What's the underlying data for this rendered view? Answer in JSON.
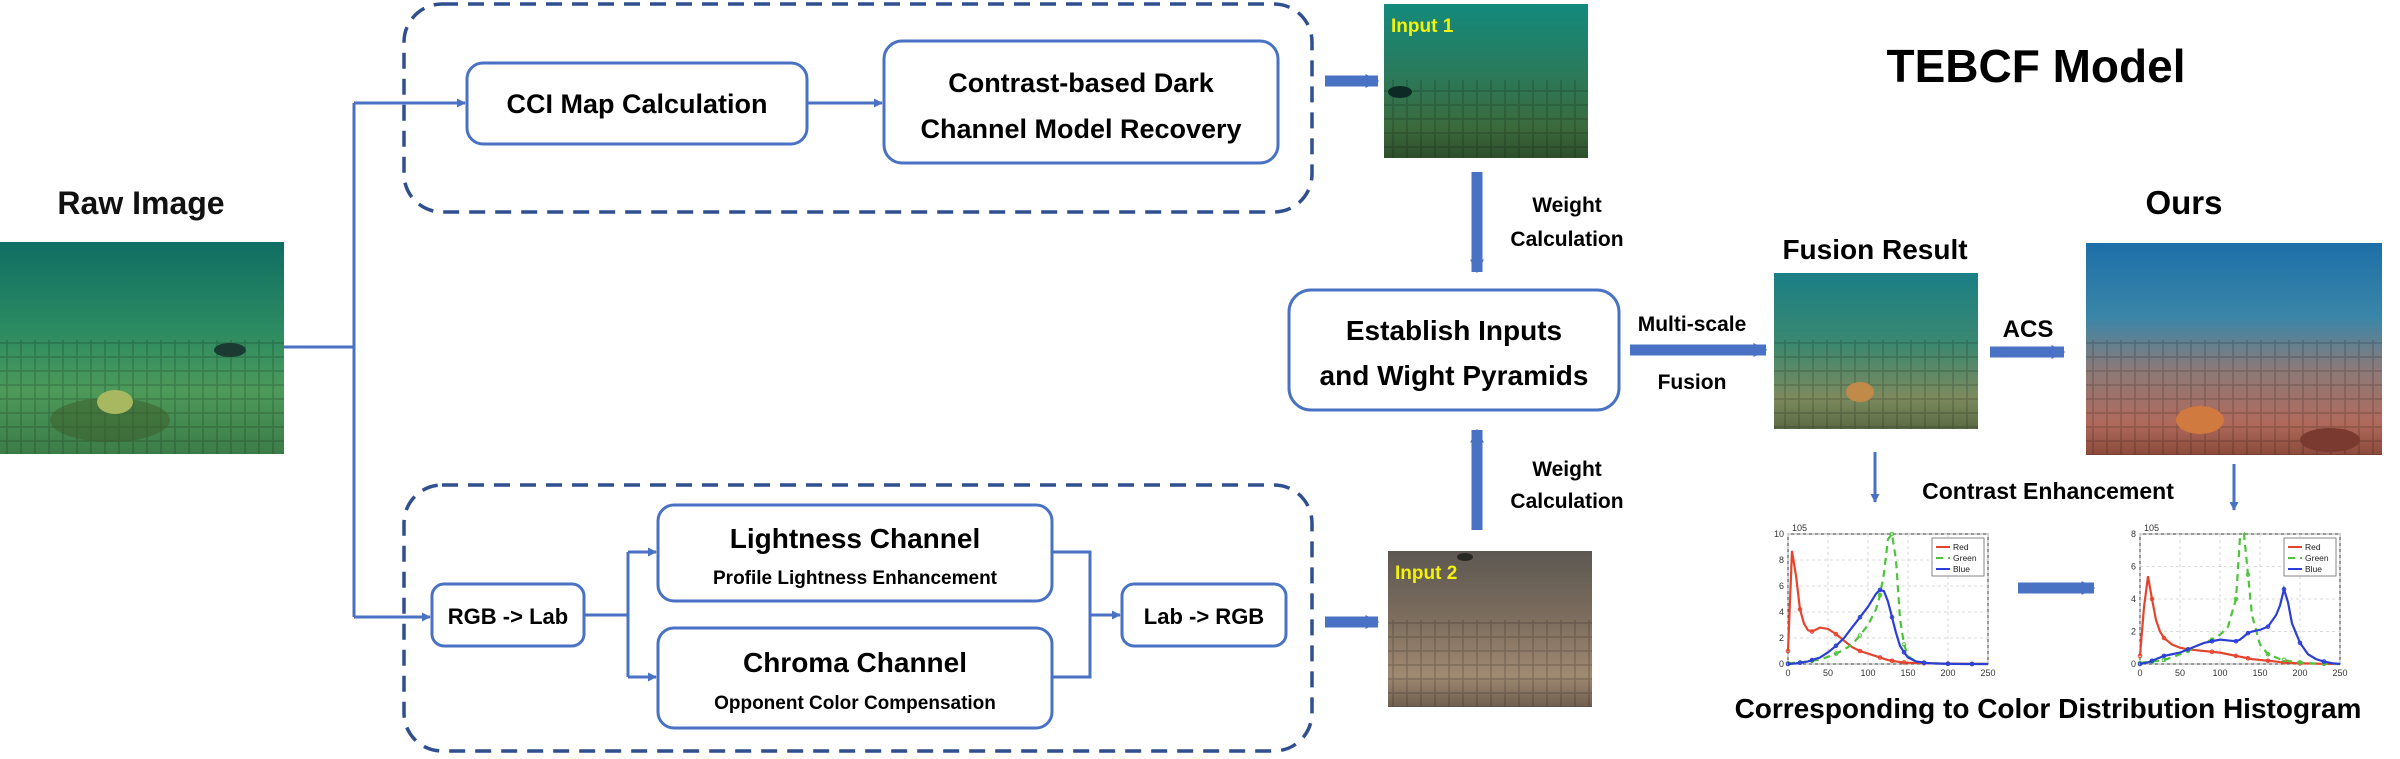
{
  "title": "TEBCF  Model",
  "colors": {
    "arrow": "#4a72c4",
    "box_border": "#4a72c4",
    "dash_border": "#2f4f8f",
    "input_label": "#f2f20a",
    "hist_red": "#e5452f",
    "hist_green": "#4cc43a",
    "hist_blue": "#2b3fd6"
  },
  "left": {
    "raw_label": "Raw Image"
  },
  "top_branch": {
    "cci_box": "CCI Map Calculation",
    "dark_box_line1": "Contrast-based Dark",
    "dark_box_line2": "Channel Model Recovery",
    "input_label": "Input 1"
  },
  "bottom_branch": {
    "rgb_lab": "RGB -> Lab",
    "lightness_title": "Lightness Channel",
    "lightness_sub": "Profile Lightness Enhancement",
    "chroma_title": "Chroma Channel",
    "chroma_sub": "Opponent Color Compensation",
    "lab_rgb": "Lab -> RGB",
    "input_label": "Input 2"
  },
  "center": {
    "weight_top_1": "Weight",
    "weight_top_2": "Calculation",
    "weight_bottom_1": "Weight",
    "weight_bottom_2": "Calculation",
    "pyramid_line1": "Establish Inputs",
    "pyramid_line2": "and Wight Pyramids",
    "multi_1": "Multi-scale",
    "multi_2": "Fusion"
  },
  "right": {
    "fusion_label": "Fusion Result",
    "ours_label": "Ours",
    "acs_label": "ACS",
    "contrast_label": "Contrast Enhancement",
    "caption": "Corresponding to Color Distribution Histogram"
  },
  "chart_data": [
    {
      "type": "line",
      "title": "",
      "xlabel": "",
      "ylabel": "",
      "y_multiplier": "10^5",
      "xlim": [
        0,
        250
      ],
      "ylim": [
        0,
        10
      ],
      "xticks": [
        0,
        50,
        100,
        150,
        200,
        250
      ],
      "yticks": [
        0,
        2,
        4,
        6,
        8,
        10
      ],
      "grid": true,
      "legend": "top-right",
      "x": [
        0,
        5,
        10,
        15,
        20,
        25,
        30,
        40,
        50,
        60,
        70,
        80,
        90,
        100,
        110,
        115,
        120,
        125,
        130,
        135,
        140,
        145,
        150,
        160,
        170,
        180,
        190,
        200,
        210,
        220,
        230,
        240,
        250
      ],
      "series": [
        {
          "name": "Red",
          "values": [
            1.0,
            8.7,
            6.8,
            4.2,
            3.1,
            2.6,
            2.5,
            2.8,
            2.7,
            2.3,
            1.8,
            1.3,
            1.0,
            0.8,
            0.6,
            0.5,
            0.4,
            0.3,
            0.25,
            0.2,
            0.15,
            0.12,
            0.1,
            0.08,
            0.06,
            0.05,
            0.04,
            0.03,
            0.02,
            0.02,
            0.01,
            0.01,
            0.0
          ]
        },
        {
          "name": "Green",
          "values": [
            0.05,
            0.08,
            0.1,
            0.12,
            0.15,
            0.2,
            0.25,
            0.35,
            0.55,
            0.8,
            1.1,
            1.5,
            2.2,
            3.0,
            4.2,
            5.3,
            7.0,
            9.6,
            10.0,
            8.0,
            3.5,
            1.5,
            0.6,
            0.2,
            0.1,
            0.05,
            0.03,
            0.02,
            0.01,
            0.01,
            0.0,
            0.0,
            0.0
          ]
        },
        {
          "name": "Blue",
          "values": [
            0.0,
            0.02,
            0.05,
            0.1,
            0.15,
            0.2,
            0.3,
            0.5,
            0.9,
            1.4,
            2.0,
            2.8,
            3.6,
            4.4,
            5.4,
            5.7,
            5.6,
            4.8,
            3.6,
            2.4,
            1.4,
            0.9,
            0.5,
            0.2,
            0.1,
            0.05,
            0.03,
            0.02,
            0.01,
            0.0,
            0.0,
            0.0,
            0.0
          ]
        }
      ]
    },
    {
      "type": "line",
      "title": "",
      "xlabel": "",
      "ylabel": "",
      "y_multiplier": "10^5",
      "xlim": [
        0,
        250
      ],
      "ylim": [
        0,
        8
      ],
      "xticks": [
        0,
        50,
        100,
        150,
        200,
        250
      ],
      "yticks": [
        0,
        2,
        4,
        6,
        8
      ],
      "grid": true,
      "legend": "top-right",
      "x": [
        0,
        5,
        10,
        15,
        20,
        25,
        30,
        40,
        50,
        60,
        70,
        80,
        90,
        100,
        110,
        120,
        125,
        130,
        135,
        140,
        150,
        160,
        170,
        175,
        180,
        185,
        190,
        200,
        210,
        220,
        230,
        240,
        250
      ],
      "series": [
        {
          "name": "Red",
          "values": [
            0.5,
            3.5,
            5.4,
            4.0,
            2.7,
            2.0,
            1.6,
            1.2,
            1.0,
            0.9,
            0.85,
            0.8,
            0.75,
            0.7,
            0.6,
            0.5,
            0.45,
            0.4,
            0.35,
            0.3,
            0.25,
            0.2,
            0.15,
            0.12,
            0.1,
            0.08,
            0.06,
            0.04,
            0.03,
            0.02,
            0.01,
            0.01,
            0.0
          ]
        },
        {
          "name": "Green",
          "values": [
            0.05,
            0.1,
            0.12,
            0.15,
            0.18,
            0.2,
            0.25,
            0.4,
            0.6,
            0.8,
            1.1,
            1.3,
            1.5,
            1.8,
            2.3,
            4.0,
            7.8,
            8.0,
            5.5,
            3.0,
            1.2,
            0.6,
            0.4,
            0.3,
            0.25,
            0.2,
            0.15,
            0.1,
            0.05,
            0.03,
            0.02,
            0.01,
            0.0
          ]
        },
        {
          "name": "Blue",
          "values": [
            0.0,
            0.05,
            0.1,
            0.2,
            0.3,
            0.4,
            0.5,
            0.6,
            0.7,
            0.9,
            1.1,
            1.3,
            1.4,
            1.5,
            1.45,
            1.4,
            1.5,
            1.7,
            1.9,
            2.0,
            2.1,
            2.3,
            3.0,
            3.6,
            4.6,
            3.8,
            2.5,
            1.3,
            0.6,
            0.3,
            0.15,
            0.05,
            0.0
          ]
        }
      ]
    }
  ]
}
